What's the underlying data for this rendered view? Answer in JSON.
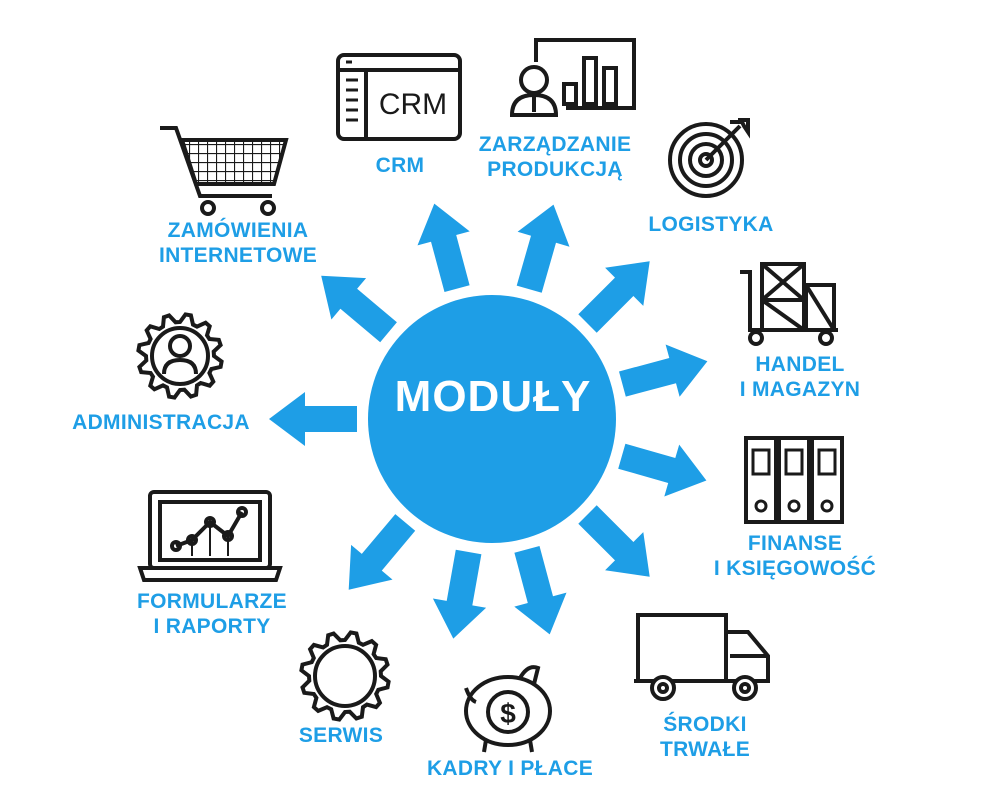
{
  "center": {
    "title": "MODUŁY",
    "color": "#1e9ee6"
  },
  "accent_color": "#1e9ee6",
  "icon_color": "#1a1a1a",
  "modules": [
    {
      "key": "crm",
      "lines": [
        "CRM"
      ],
      "icon": "crm-window-icon",
      "icon_text": "CRM"
    },
    {
      "key": "production",
      "lines": [
        "ZARZĄDZANIE",
        "PRODUKCJĄ"
      ],
      "icon": "presenter-chart-icon"
    },
    {
      "key": "logistics",
      "lines": [
        "LOGISTYKA"
      ],
      "icon": "target-arrow-icon"
    },
    {
      "key": "trade",
      "lines": [
        "HANDEL",
        "I MAGAZYN"
      ],
      "icon": "hand-truck-boxes-icon"
    },
    {
      "key": "finance",
      "lines": [
        "FINANSE",
        "I KSIĘGOWOŚĆ"
      ],
      "icon": "binders-icon"
    },
    {
      "key": "assets",
      "lines": [
        "ŚRODKI",
        "TRWAŁE"
      ],
      "icon": "truck-icon"
    },
    {
      "key": "hr",
      "lines": [
        "KADRY I PŁACE"
      ],
      "icon": "piggy-bank-icon"
    },
    {
      "key": "service",
      "lines": [
        "SERWIS"
      ],
      "icon": "gear-icon"
    },
    {
      "key": "reports",
      "lines": [
        "FORMULARZE",
        "I RAPORTY"
      ],
      "icon": "laptop-chart-icon"
    },
    {
      "key": "admin",
      "lines": [
        "ADMINISTRACJA"
      ],
      "icon": "gear-person-icon"
    },
    {
      "key": "ecommerce",
      "lines": [
        "ZAMÓWIENIA",
        "INTERNETOWE"
      ],
      "icon": "shopping-cart-icon"
    }
  ]
}
